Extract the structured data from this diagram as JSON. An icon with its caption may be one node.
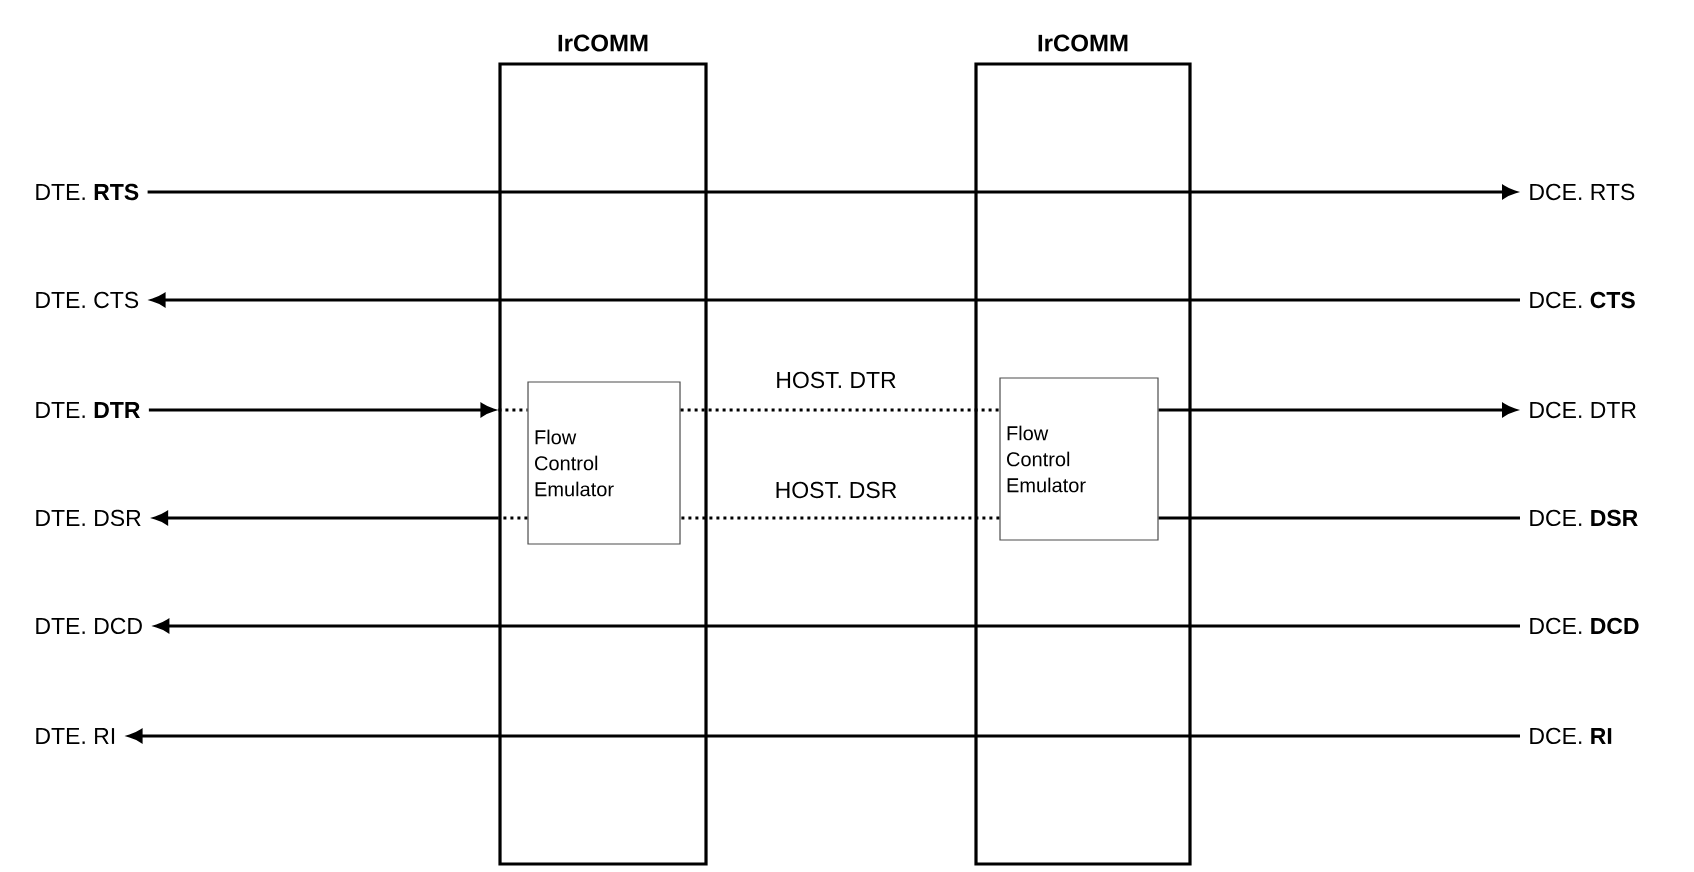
{
  "diagram": {
    "nodes": [
      {
        "text": [
          "IrCOMM"
        ]
      },
      {
        "text": [
          "Flow Control Emulator"
        ],
        "in": 0
      },
      {
        "text": [
          "IrCOMM"
        ]
      },
      {
        "text": [
          "Flow Control Emulator"
        ],
        "in": 2
      },
      {
        "text": [
          "DTE. **RTS**"
        ]
      },
      {
        "text": [
          "DTE. CTS"
        ]
      },
      {
        "text": [
          "DTE. **DTR**"
        ]
      },
      {
        "text": [
          "DTE. DSR"
        ]
      },
      {
        "text": [
          "DTE. DCD"
        ]
      },
      {
        "text": [
          "DTE. RI"
        ]
      },
      {
        "text": [
          "DCE. RTS"
        ]
      },
      {
        "text": [
          "DCE. **CTS**"
        ]
      },
      {
        "text": [
          "DCE. DTR"
        ]
      },
      {
        "text": [
          "DCE. **DSR**"
        ]
      },
      {
        "text": [
          "DCE. **DCD**"
        ]
      },
      {
        "text": [
          "DCE. **RI**"
        ]
      }
    ],
    "edges": [
      {
        "from": 4,
        "to": 10,
        "arrow": "to"
      },
      {
        "from": 11,
        "to": 5,
        "arrow": "to"
      },
      {
        "from": 6,
        "to": 0,
        "arrow": "to"
      },
      {
        "from": 0,
        "to": 1,
        "arrow": "none",
        "style": "dashed"
      },
      {
        "from": 1,
        "to": 3,
        "arrow": "none",
        "style": "dashed",
        "label": "HOST. DTR"
      },
      {
        "from": 3,
        "to": 12,
        "arrow": "to"
      },
      {
        "from": 13,
        "to": 3,
        "arrow": "none"
      },
      {
        "from": 3,
        "to": 1,
        "arrow": "none",
        "style": "dashed",
        "label": "HOST. DSR"
      },
      {
        "from": 1,
        "to": 0,
        "arrow": "none",
        "style": "dashed"
      },
      {
        "from": 0,
        "to": 7,
        "arrow": "to"
      },
      {
        "from": 14,
        "to": 8,
        "arrow": "to"
      },
      {
        "from": 15,
        "to": 9,
        "arrow": "to"
      }
    ]
  }
}
